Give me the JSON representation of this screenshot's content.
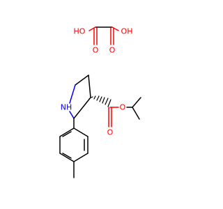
{
  "colors": {
    "bond": "#000000",
    "oxygen": "#ff0000",
    "nitrogen": "#0000ff",
    "background": "#ffffff"
  },
  "oxalic_acid": {
    "hydroxyl_left": "HO",
    "hydroxyl_right": "OH",
    "carbonyl_oxygen_left": "O",
    "carbonyl_oxygen_right": "O"
  },
  "main_molecule": {
    "ring_nitrogen": "NH",
    "ester_oxygen": "O",
    "carbonyl_oxygen": "O"
  }
}
